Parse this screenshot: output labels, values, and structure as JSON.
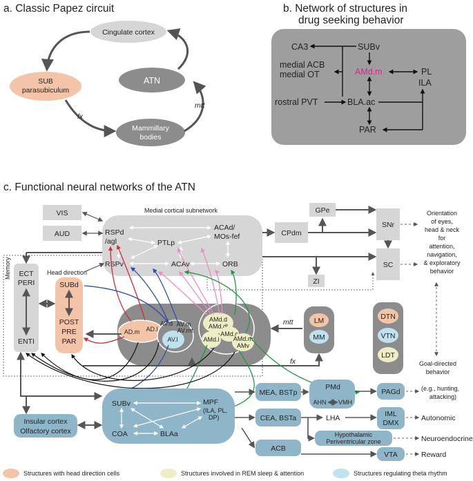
{
  "panel_a": {
    "title": "a. Classic Papez circuit",
    "nodes": {
      "cingulate": "Cingulate cortex",
      "sub_line1": "SUB",
      "sub_line2": "parasubiculum",
      "atn": "ATN",
      "mamm_line1": "Mammillary",
      "mamm_line2": "bodies"
    },
    "edges": {
      "fx": "fx",
      "mtt": "mtt"
    }
  },
  "panel_b": {
    "title_line1": "b. Network of structures in",
    "title_line2": "drug seeking behavior",
    "nodes": {
      "ca3": "CA3",
      "subv": "SUBv",
      "acb": "medial ACB",
      "ot": "medial OT",
      "amdm": "AMd.m",
      "pl": "PL",
      "ila": "ILA",
      "pvt": "rostral PVT",
      "blaac": "BLA.ac",
      "par": "PAR"
    },
    "colors": {
      "box": "#9e9e9e",
      "highlight": "#e0218a"
    }
  },
  "panel_c": {
    "title": "c. Functional neural networks of the ATN",
    "memory": "Memory",
    "medial_cortical": "Medial cortical subnetwork",
    "head_direction": "Head direction",
    "nodes": {
      "vis": "VIS",
      "aud": "AUD",
      "rspd1": "RSPd",
      "rspd2": "/agl",
      "ptlp": "PTLp",
      "acad1": "ACAd/",
      "acad2": "MOs-fef",
      "rspv": "RSPv",
      "acav": "ACAv",
      "orb": "ORB",
      "cpdm": "CPdm",
      "gpe": "GPe",
      "snr": "SNr",
      "sc": "SC",
      "zi": "ZI",
      "ect": "ECT",
      "peri": "PERI",
      "enti": "ENTI",
      "subd": "SUBd",
      "post": "POST",
      "pre": "PRE",
      "par": "PAR",
      "adm": "AD.m",
      "adl": "AD.l",
      "avd": "AV.d",
      "avm": "AV.m",
      "avmt": "AV.mt",
      "avl": "AV.l",
      "amdd": "AMd.d",
      "amddl": "AMd.dl",
      "amdl": "AMd.l",
      "amdc": "AMd.c",
      "amdm": "AMd.m",
      "amv": "AMv",
      "lm": "LM",
      "mm": "MM",
      "dtn": "DTN",
      "vtn": "VTN",
      "ldt": "LDT",
      "subv": "SUBv",
      "mpf1": "MPF",
      "mpf2": "(ILA, PL,",
      "mpf3": "DP)",
      "coa": "COA",
      "blaa": "BLAa",
      "insular": "Insular cortex",
      "olfactory": "Olfactory cortex",
      "mea": "MEA, BSTp",
      "cea": "CEA, BSTa",
      "acb": "ACB",
      "pmd": "PMd",
      "ahn": "AHN",
      "vmh": "VMH",
      "lha": "LHA",
      "hyp1": "Hypothalamic",
      "hyp2": "Periventricular zone",
      "pagd": "PAGd",
      "iml": "IML",
      "dmx": "DMX",
      "vta": "VTA"
    },
    "outputs": {
      "orient": [
        "Orientation",
        "of eyes,",
        "head & neck",
        "for",
        "attention,",
        "navigation,",
        "& exploratory",
        "behavior"
      ],
      "goal": [
        "Goal-directed",
        "behavior"
      ],
      "defense": [
        "(e.g., hunting,",
        "attacking)"
      ],
      "autonomic": "Autonomic",
      "neuroendocrine": "Neuroendocrine",
      "reward": "Reward"
    },
    "edge_labels": {
      "mtt": "mtt",
      "fx": "fx"
    }
  },
  "legend": [
    {
      "label": "Structures with head direction cells",
      "color": "#f4c4a8"
    },
    {
      "label": "Structures involved in REM sleep & attention",
      "color": "#eeeec6"
    },
    {
      "label": "Structures regulating theta rhythm",
      "color": "#bfe2ee"
    }
  ],
  "colors": {
    "gray_node": "#d6d6d6",
    "dark_node": "#8c8c8c",
    "salmon": "#f4c4a8",
    "blue_region": "#8fb6c8",
    "light_blue": "#bfe2ee",
    "cream": "#eeeec6",
    "red": "#d42a3a",
    "blue": "#2a4fa6",
    "pink": "#f08cc0",
    "green": "#1e9a3c"
  }
}
